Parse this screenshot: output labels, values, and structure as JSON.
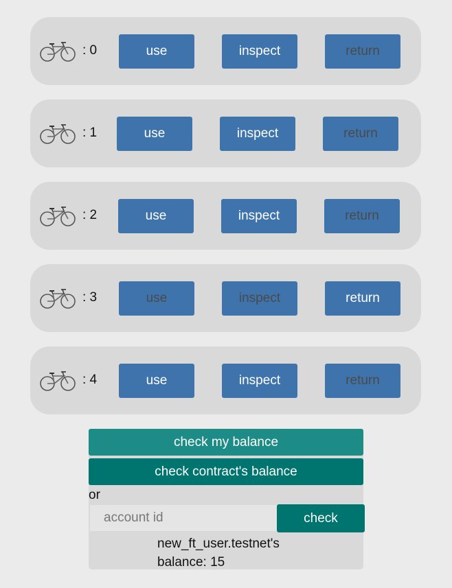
{
  "bikes": [
    {
      "label": ": 0",
      "use": "use",
      "inspect": "inspect",
      "return": "return"
    },
    {
      "label": ": 1",
      "use": "use",
      "inspect": "inspect",
      "return": "return"
    },
    {
      "label": ": 2",
      "use": "use",
      "inspect": "inspect",
      "return": "return"
    },
    {
      "label": ": 3",
      "use": "use",
      "inspect": "inspect",
      "return": "return"
    },
    {
      "label": ": 4",
      "use": "use",
      "inspect": "inspect",
      "return": "return"
    }
  ],
  "bike_icon": "bicycle-icon",
  "balance": {
    "check_my_label": "check my balance",
    "check_contract_label": "check contract's balance",
    "or_label": "or",
    "account_placeholder": "account id",
    "account_value": "",
    "check_label": "check",
    "result_line1": "new_ft_user.testnet's",
    "result_line2": "balance: 15"
  },
  "colors": {
    "button_blue": "#3e74ab",
    "teal_light": "#1e8c86",
    "teal_dark": "#00756f",
    "row_bg": "#d9d9d9",
    "page_bg": "#ebebeb"
  }
}
